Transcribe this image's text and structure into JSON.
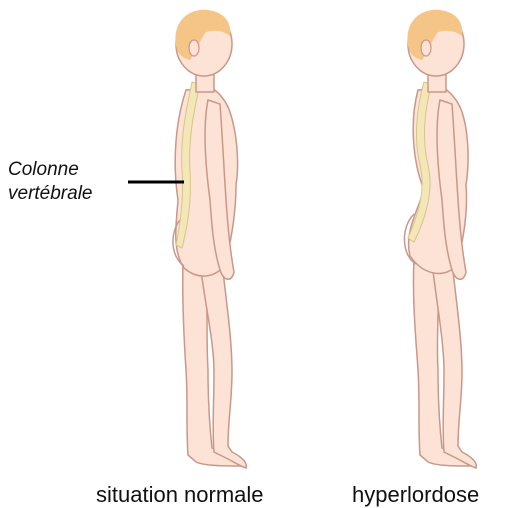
{
  "callout": {
    "line1": "Colonne",
    "line2": "vertébrale"
  },
  "captions": {
    "left": "situation normale",
    "right": "hyperlordose"
  },
  "colors": {
    "skin": "#fde2d6",
    "skin_outline": "#c8988a",
    "hair": "#f5c487",
    "spine": "#f3e6b7",
    "spine_outline": "#d8c48a",
    "pointer": "#000000"
  }
}
